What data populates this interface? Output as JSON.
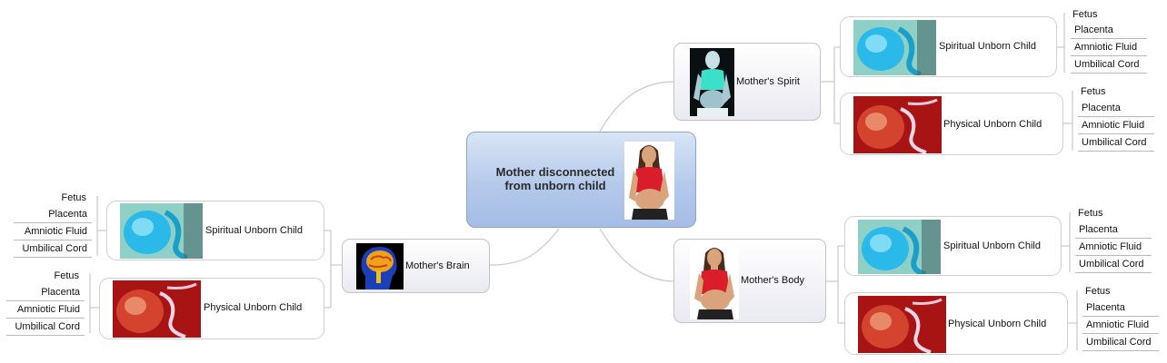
{
  "central": {
    "title": "Mother disconnected\nfrom unborn child"
  },
  "branches": {
    "spirit": {
      "label": "Mother's Spirit",
      "spiritual": {
        "label": "Spiritual Unborn Child",
        "leaves": [
          "Fetus",
          "Placenta",
          "Amniotic Fluid",
          "Umbilical Cord"
        ]
      },
      "physical": {
        "label": "Physical Unborn Child",
        "leaves": [
          "Fetus",
          "Placenta",
          "Amniotic Fluid",
          "Umbilical Cord"
        ]
      }
    },
    "body": {
      "label": "Mother's Body",
      "spiritual": {
        "label": "Spiritual Unborn Child",
        "leaves": [
          "Fetus",
          "Placenta",
          "Amniotic Fluid",
          "Umbilical Cord"
        ]
      },
      "physical": {
        "label": "Physical Unborn Child",
        "leaves": [
          "Fetus",
          "Placenta",
          "Amniotic Fluid",
          "Umbilical Cord"
        ]
      }
    },
    "brain": {
      "label": "Mother's Brain",
      "spiritual": {
        "label": "Spiritual Unborn Child",
        "leaves": [
          "Fetus",
          "Placenta",
          "Amniotic Fluid",
          "Umbilical Cord"
        ]
      },
      "physical": {
        "label": "Physical Unborn Child",
        "leaves": [
          "Fetus",
          "Placenta",
          "Amniotic Fluid",
          "Umbilical Cord"
        ]
      }
    }
  }
}
